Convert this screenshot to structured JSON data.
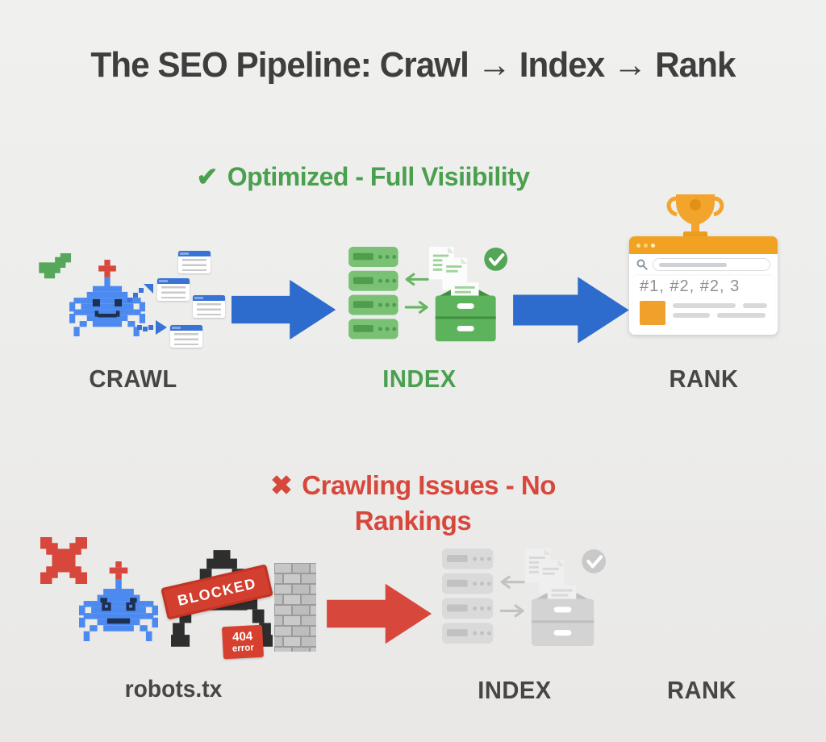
{
  "title": "The SEO Pipeline: Crawl → Index → Rank",
  "good": {
    "glyph": "✔",
    "heading": "Optimized - Full Visiibility",
    "crawl_label": "CRAWL",
    "index_label": "INDEX",
    "rank_label": "RANK",
    "serp_rankings": "#1, #2, #2, 3"
  },
  "bad": {
    "glyph": "✖",
    "heading_line1": "Crawling Issues - No",
    "heading_line2": "Rankings",
    "crawl_label": "robots.tx",
    "index_label": "INDEX",
    "rank_label": "RANK",
    "stamp_text": "BLOCKED",
    "error_code": "404",
    "error_word": "error"
  },
  "colors": {
    "background": "#ececea",
    "title_text": "#3e3e3e",
    "green": "#4aa04e",
    "red": "#d8473c",
    "blue_arrow": "#2d6bcd",
    "orange": "#f2a222",
    "label_dark": "#464646"
  }
}
